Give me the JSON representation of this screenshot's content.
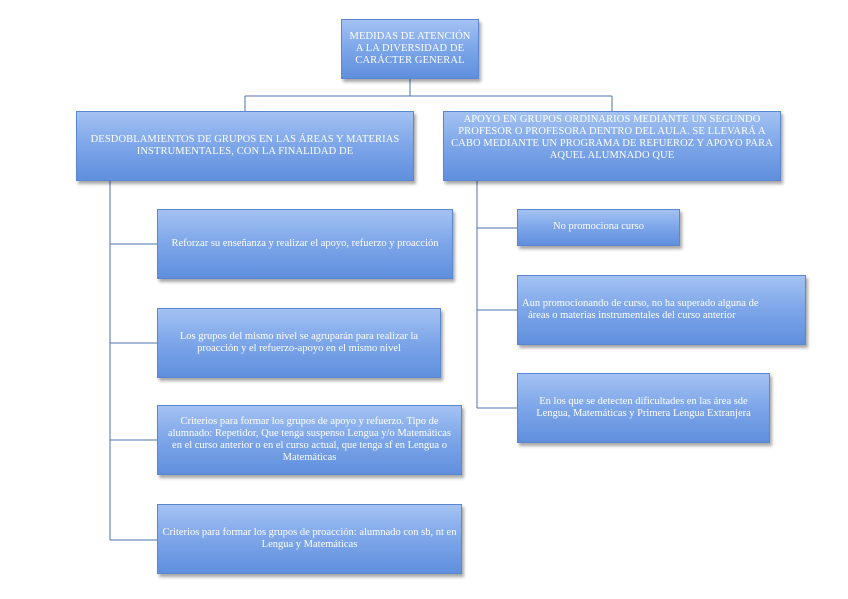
{
  "diagram": {
    "root": {
      "text": "MEDIDAS DE ATENCIÓN A LA DIVERSIDAD DE CARÁCTER GENERAL"
    },
    "left_branch": {
      "text": "DESDOBLAMIENTOS DE GRUPOS EN LAS ÁREAS Y MATERIAS INSTRUMENTALES, CON LA FINALIDAD DE",
      "children": [
        {
          "text": "Reforzar su enseñanza y realizar el apoyo, refuerzo y proacción"
        },
        {
          "text": "Los grupos del mismo nivel se agruparán para realizar la proacción y el refuerzo-apoyo en el mismo nivel"
        },
        {
          "text": "Criterios para formar los grupos de apoyo y refuerzo. Tipo de alumnado: Repetidor, Que tenga suspenso Lengua y/o Matemáticas en el curso anterior o en el curso actual, que tenga sf en Lengua o Matemáticas"
        },
        {
          "text": "Criterios para formar los grupos de proacción: alumnado con sb, nt en Lengua y Matemáticas"
        }
      ]
    },
    "right_branch": {
      "text": "APOYO EN GRUPOS ORDINARIOS MEDIANTE UN SEGUNDO PROFESOR O PROFESORA DENTRO DEL AULA. SE LLEVARÁ A CABO MEDIANTE UN PROGRAMA DE REFUEROZ Y APOYO PARA AQUEL ALUMNADO QUE",
      "children": [
        {
          "text": "No promociona curso"
        },
        {
          "text_line1": "Aun promocionando de curso, no ha superado alguna de",
          "text_line2": "áreas o materias instrumentales del curso anterior"
        },
        {
          "text": "En los que se detecten dificultades en las área sde Lengua, Matemáticas y Primera Lengua Extranjera"
        }
      ]
    },
    "colors": {
      "box_top": "#a4c2f2",
      "box_bottom": "#5f8fdd",
      "box_border": "#5b86d0",
      "connector": "#4f73b0",
      "text": "#ffffff"
    }
  }
}
